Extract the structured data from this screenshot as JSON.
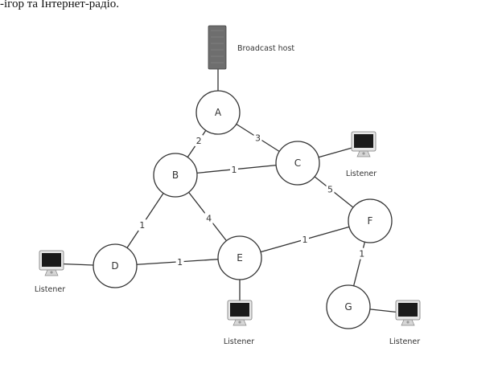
{
  "caption": "-ігор та Інтернет-радіо.",
  "broadcast_host_label": "Broadcast host",
  "listener_label": "Listener",
  "nodes": [
    {
      "id": "A",
      "label": "A"
    },
    {
      "id": "B",
      "label": "B"
    },
    {
      "id": "C",
      "label": "C"
    },
    {
      "id": "D",
      "label": "D"
    },
    {
      "id": "E",
      "label": "E"
    },
    {
      "id": "F",
      "label": "F"
    },
    {
      "id": "G",
      "label": "G"
    }
  ],
  "edges": [
    {
      "from": "A",
      "to": "B",
      "weight": "2"
    },
    {
      "from": "A",
      "to": "C",
      "weight": "3"
    },
    {
      "from": "B",
      "to": "C",
      "weight": "1"
    },
    {
      "from": "B",
      "to": "D",
      "weight": "1"
    },
    {
      "from": "B",
      "to": "E",
      "weight": "4"
    },
    {
      "from": "C",
      "to": "F",
      "weight": "5"
    },
    {
      "from": "D",
      "to": "E",
      "weight": "1"
    },
    {
      "from": "E",
      "to": "F",
      "weight": "1"
    },
    {
      "from": "F",
      "to": "G",
      "weight": "1"
    }
  ],
  "listeners": [
    {
      "attached_to": "C"
    },
    {
      "attached_to": "D"
    },
    {
      "attached_to": "E"
    },
    {
      "attached_to": "G"
    }
  ],
  "colors": {
    "line": "#333333",
    "screen": "#1a1a1a",
    "server": "#6e6e6e"
  }
}
